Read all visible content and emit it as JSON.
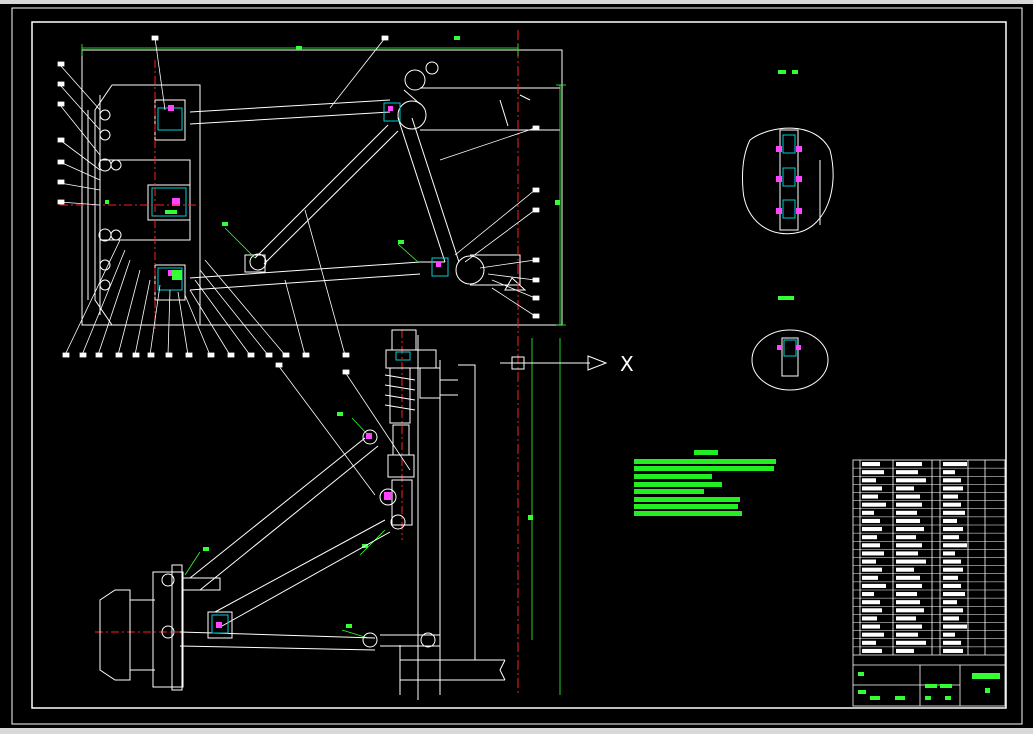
{
  "axis": {
    "x_label": "X"
  },
  "colors": {
    "background": "#000000",
    "line": "#ffffff",
    "dimension": "#33ff33",
    "centerline": "#ff2020",
    "detail": "#00d0d0",
    "highlight": "#ff44ff",
    "notes": "#22ee22"
  },
  "notes_block": {
    "line_count": 8
  },
  "title_block": {
    "row_count": 24
  }
}
